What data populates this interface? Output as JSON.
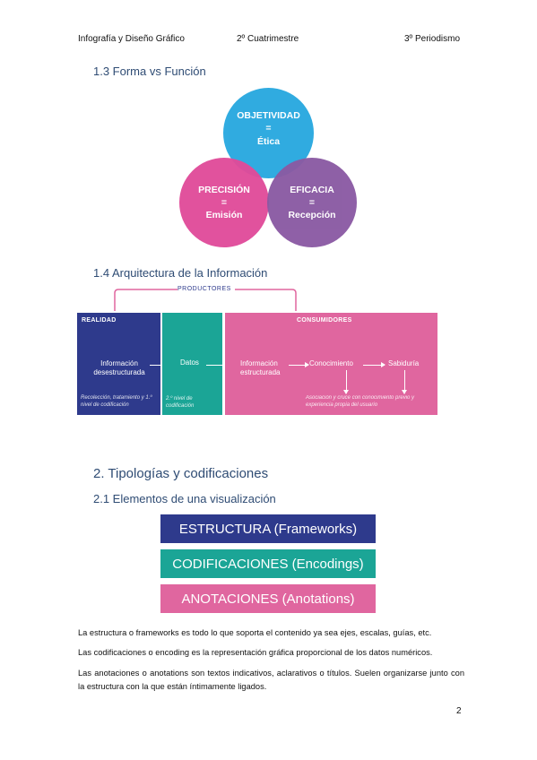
{
  "header": {
    "left": "Infografía y Diseño Gráfico",
    "center": "2º Cuatrimestre",
    "right": "3º Periodismo"
  },
  "section_1_3": {
    "title": "1.3 Forma vs Función",
    "circles": [
      {
        "line1": "OBJETIVIDAD",
        "line2": "=",
        "line3": "Ética",
        "color": "#2aa9e0"
      },
      {
        "line1": "PRECISIÓN",
        "line2": "=",
        "line3": "Emisión",
        "color": "#e04b9a"
      },
      {
        "line1": "EFICACIA",
        "line2": "=",
        "line3": "Recepción",
        "color": "#8a5aa3"
      }
    ]
  },
  "section_1_4": {
    "title": "1.4 Arquitectura de la Información",
    "productores": "PRODUCTORES",
    "realidad": {
      "title": "REALIDAD",
      "text": "Información desestructurada",
      "note": "Recolección, tratamiento y 1.º nivel de codificación",
      "color": "#2e3a8c"
    },
    "datos": {
      "title": "",
      "text": "Datos",
      "note": "2.º nivel de codificación",
      "color": "#1ba596"
    },
    "consumidores": {
      "title": "CONSUMIDORES",
      "info": "Información estructurada",
      "conocimiento": "Conocimiento",
      "sabiduria": "Sabiduría",
      "note": "Asociación y cruce con conocimiento previo y experiencia propia del usuario",
      "color": "#e0669f"
    }
  },
  "section_2": {
    "title": "2. Tipologías y codificaciones",
    "subtitle": "2.1 Elementos de una visualización",
    "bands": [
      {
        "label": "ESTRUCTURA (Frameworks)",
        "color": "#2e3a8c"
      },
      {
        "label": "CODIFICACIONES (Encodings)",
        "color": "#1ba596"
      },
      {
        "label": "ANOTACIONES (Anotations)",
        "color": "#e0669f"
      }
    ],
    "paragraphs": [
      "La estructura o frameworks es todo lo que soporta el contenido ya sea ejes, escalas, guías, etc.",
      "Las codificaciones o encoding es la representación gráfica proporcional de los datos numéricos.",
      "Las anotaciones o anotations son textos indicativos, aclarativos o títulos. Suelen organizarse junto con la estructura con la que están íntimamente ligados."
    ]
  },
  "page_number": "2"
}
